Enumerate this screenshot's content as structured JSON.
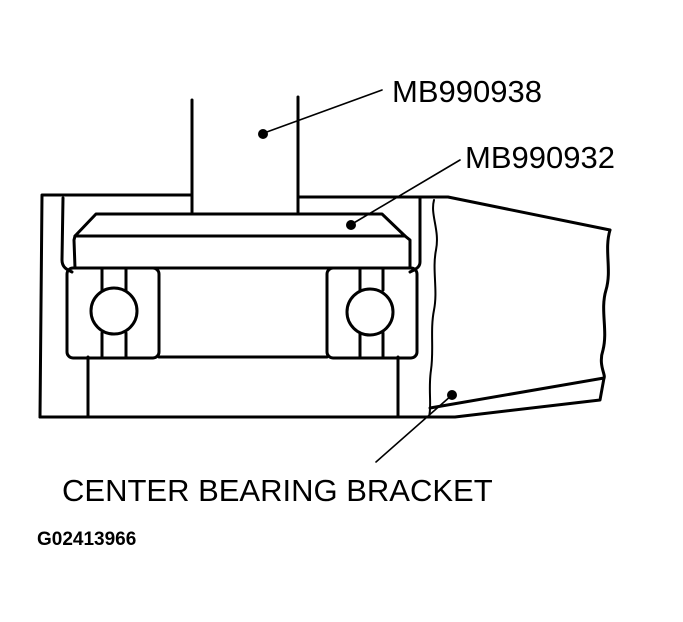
{
  "diagram": {
    "type": "technical-illustration",
    "subject": "Center bearing installation",
    "callouts": [
      {
        "id": "tool-1",
        "label": "MB990938",
        "points_to": "installer-shaft"
      },
      {
        "id": "tool-2",
        "label": "MB990932",
        "points_to": "installer-plate"
      },
      {
        "id": "part-1",
        "label": "CENTER BEARING BRACKET",
        "points_to": "bracket-body"
      }
    ],
    "figure_id": "G02413966",
    "colors": {
      "line": "#000000",
      "background": "#ffffff"
    }
  }
}
